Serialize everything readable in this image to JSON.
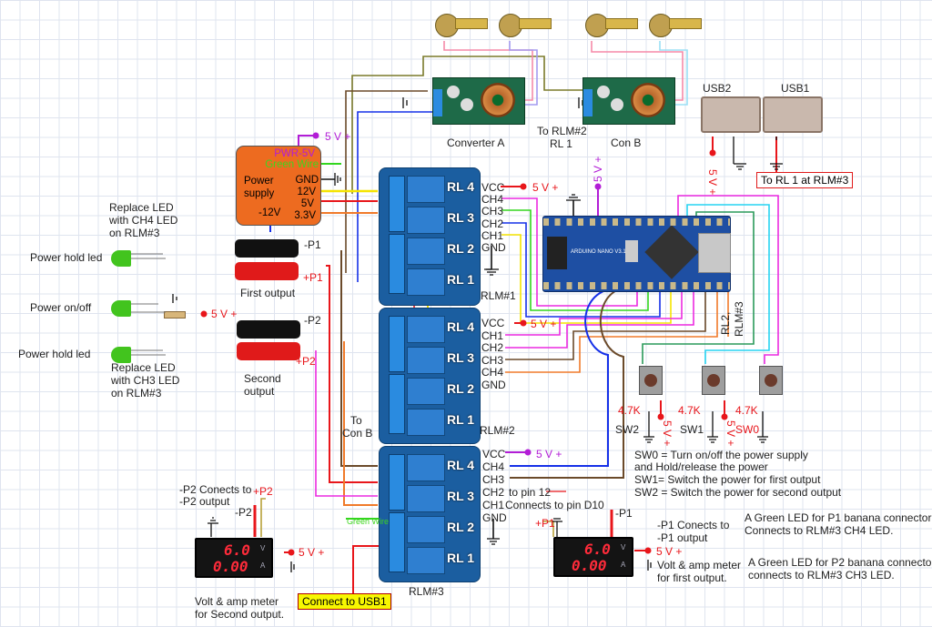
{
  "title": "Power supply controller wiring diagram",
  "colors": {
    "wire_red": "#e8161b",
    "wire_purple": "#b21dd6",
    "wire_green": "#33d61e",
    "wire_yellow": "#f5e400",
    "wire_blue": "#1530e8",
    "wire_orange": "#f07a2a",
    "wire_brown": "#6b4a2a",
    "wire_magenta": "#ec2ae0",
    "wire_cyan": "#27d4f2",
    "wire_olive": "#7a7a2a",
    "psu_fill": "#ed6b20",
    "relay_board": "#1b5ea0"
  },
  "converters": [
    {
      "label": "Converter A"
    },
    {
      "label": "Con B"
    }
  ],
  "con_b_note": {
    "line1": "To RLM#2",
    "line2": "RL 1"
  },
  "usb": {
    "usb2": "USB2",
    "usb1": "USB1",
    "usb2_supply": "5 V +",
    "usb1_note": "To RL 1 at RLM#3"
  },
  "power_supply": {
    "pwr": "PWR-5V",
    "green": "Green Wire",
    "gnd": "GND",
    "v12": "12V",
    "v5": "5V",
    "v33": "3.3V",
    "neg12": "-12V",
    "name_line1": "Power",
    "name_line2": "supply",
    "supply_label": "5 V +"
  },
  "leds": {
    "note_top": [
      "Replace LED",
      "with CH4 LED",
      "on RLM#3"
    ],
    "hold1": "Power hold led",
    "onoff": "Power on/off",
    "onoff_supply": "5 V +",
    "hold2": "Power hold led",
    "note_bottom": [
      "Replace LED",
      "with CH3 LED",
      "on RLM#3"
    ]
  },
  "outputs": {
    "p1_neg": "-P1",
    "p1_pos": "+P1",
    "first": "First output",
    "p2_neg": "-P2",
    "p2_pos": "+P2",
    "second_line1": "Second",
    "second_line2": "output"
  },
  "relay_modules": [
    {
      "name": "RLM#1",
      "relays": [
        "RL 4",
        "RL 3",
        "RL 2",
        "RL 1"
      ],
      "pins": [
        "VCC",
        "CH4",
        "CH3",
        "CH2",
        "CH1",
        "GND"
      ],
      "vcc_supply": "5 V +"
    },
    {
      "name": "RLM#2",
      "relays": [
        "RL 4",
        "RL 3",
        "RL 2",
        "RL 1"
      ],
      "pins": [
        "VCC",
        "CH1",
        "CH2",
        "CH3",
        "CH4",
        "GND"
      ],
      "vcc_supply": "5 V +",
      "side_note": [
        "To",
        "Con B"
      ]
    },
    {
      "name": "RLM#3",
      "relays": [
        "RL 4",
        "RL 3",
        "RL 2",
        "RL 1"
      ],
      "pins": [
        "VCC",
        "CH4",
        "CH3",
        "CH2",
        "CH1",
        "GND"
      ],
      "vcc_supply": "5 V +",
      "ch2_note": "to pin 12",
      "ch1_note": "Connects to pin D10",
      "green_note": "Green Wire",
      "usb_note": "Connect to USB1"
    }
  ],
  "arduino": {
    "supply": "5 V +",
    "model": "ARDUINO NANO V3.1",
    "rl2_note": [
      "RL2,",
      "RLM#3"
    ]
  },
  "switches": [
    {
      "name": "SW2",
      "resistor": "4.7K",
      "supply": "5 V +"
    },
    {
      "name": "SW1",
      "resistor": "4.7K",
      "supply": "5 V +"
    },
    {
      "name": "SW0",
      "resistor": "4.7K"
    }
  ],
  "switch_notes": [
    "SW0 = Turn on/off the power supply",
    "and Hold/release the power",
    "SW1= Switch the power for first output",
    "SW2 = Switch the power for second output"
  ],
  "meter_p2": {
    "note": [
      "-P2 Conects to",
      "-P2 output"
    ],
    "neg": "-P2",
    "pos": "+P2",
    "volts": "6.0",
    "amps": "0.00",
    "v_unit": "V",
    "a_unit": "A",
    "supply": "5 V +",
    "caption": [
      "Volt & amp meter",
      "for Second output."
    ]
  },
  "meter_p1": {
    "note": [
      "-P1 Conects to",
      "-P1 output"
    ],
    "neg": "-P1",
    "pos": "+P1",
    "volts": "6.0",
    "amps": "0.00",
    "v_unit": "V",
    "a_unit": "A",
    "supply": "5 V +",
    "caption": [
      "Volt & amp meter",
      "for first output."
    ]
  },
  "led_notes": [
    [
      "A Green LED for P1 banana connector",
      "Connects to RLM#3 CH4 LED."
    ],
    [
      "A Green LED for P2 banana connector",
      "connects to RLM#3 CH3 LED."
    ]
  ]
}
